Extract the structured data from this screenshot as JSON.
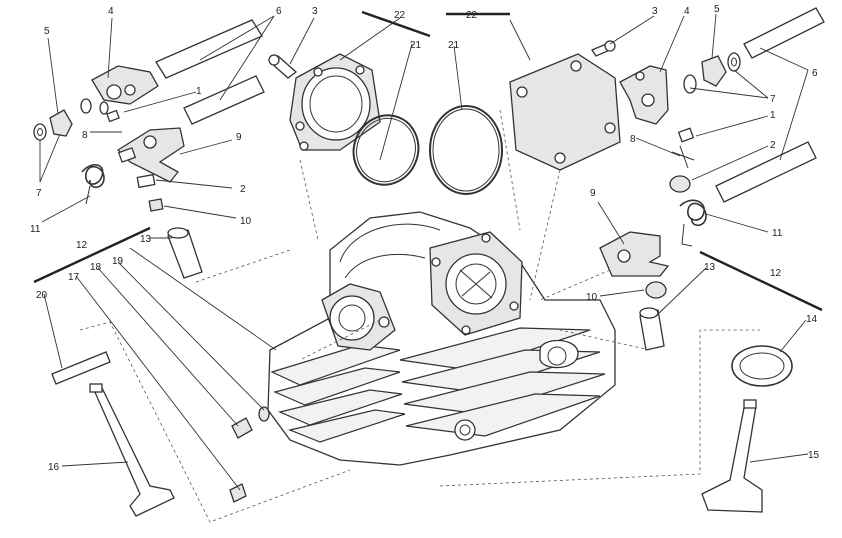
{
  "diagram": {
    "labels": {
      "l1a": "1",
      "l1b": "1",
      "l2a": "2",
      "l2b": "2",
      "l3a": "3",
      "l3b": "3",
      "l4a": "4",
      "l4b": "4",
      "l5a": "5",
      "l5b": "5",
      "l6a": "6",
      "l6b": "6",
      "l7a": "7",
      "l7b": "7",
      "l8a": "8",
      "l8b": "8",
      "l9a": "9",
      "l9b": "9",
      "l10a": "10",
      "l10b": "10",
      "l11a": "11",
      "l11b": "11",
      "l12a": "12",
      "l12b": "12",
      "l13a": "13",
      "l13b": "13",
      "l14": "14",
      "l15": "15",
      "l16": "16",
      "l17": "17",
      "l18": "18",
      "l19": "19",
      "l20": "20",
      "l21a": "21",
      "l21b": "21",
      "l22a": "22",
      "l22b": "22"
    }
  }
}
